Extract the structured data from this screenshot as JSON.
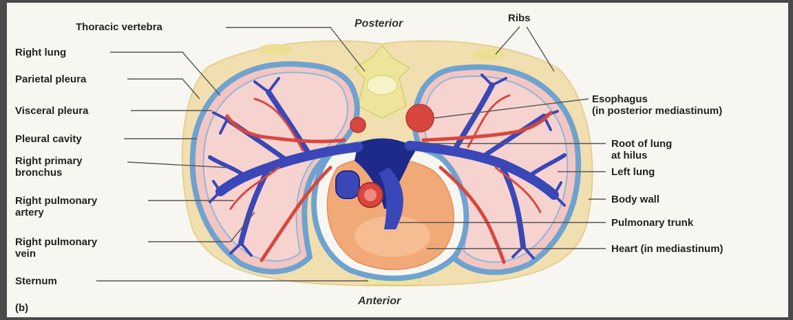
{
  "orientation": {
    "posterior": "Posterior",
    "anterior": "Anterior"
  },
  "panel_label": "(b)",
  "labels_left": [
    {
      "id": "thoracic-vertebra",
      "lines": [
        "Thoracic vertebra"
      ]
    },
    {
      "id": "right-lung",
      "lines": [
        "Right lung"
      ]
    },
    {
      "id": "parietal-pleura",
      "lines": [
        "Parietal pleura"
      ]
    },
    {
      "id": "visceral-pleura",
      "lines": [
        "Visceral pleura"
      ]
    },
    {
      "id": "pleural-cavity",
      "lines": [
        "Pleural cavity"
      ]
    },
    {
      "id": "right-primary-bronchus",
      "lines": [
        "Right primary",
        "bronchus"
      ]
    },
    {
      "id": "right-pulmonary-artery",
      "lines": [
        "Right pulmonary",
        "artery"
      ]
    },
    {
      "id": "right-pulmonary-vein",
      "lines": [
        "Right pulmonary",
        "vein"
      ]
    },
    {
      "id": "sternum",
      "lines": [
        "Sternum"
      ]
    }
  ],
  "labels_right": [
    {
      "id": "ribs",
      "lines": [
        "Ribs"
      ]
    },
    {
      "id": "esophagus",
      "lines": [
        "Esophagus",
        "(in posterior mediastinum)"
      ]
    },
    {
      "id": "root-of-lung",
      "lines": [
        "Root of lung",
        "at hilus"
      ]
    },
    {
      "id": "left-lung",
      "lines": [
        "Left lung"
      ]
    },
    {
      "id": "body-wall",
      "lines": [
        "Body wall"
      ]
    },
    {
      "id": "pulmonary-trunk",
      "lines": [
        "Pulmonary trunk"
      ]
    },
    {
      "id": "heart",
      "lines": [
        "Heart (in mediastinum)"
      ]
    }
  ],
  "colors": {
    "body_wall": "#f2dfb0",
    "bone": "#f0e8a8",
    "pleura": "#6fa3cf",
    "lung": "#f3c6c2",
    "heart": "#f2a978",
    "vessel_blue": "#3a47b8",
    "vessel_red": "#d9463f"
  }
}
